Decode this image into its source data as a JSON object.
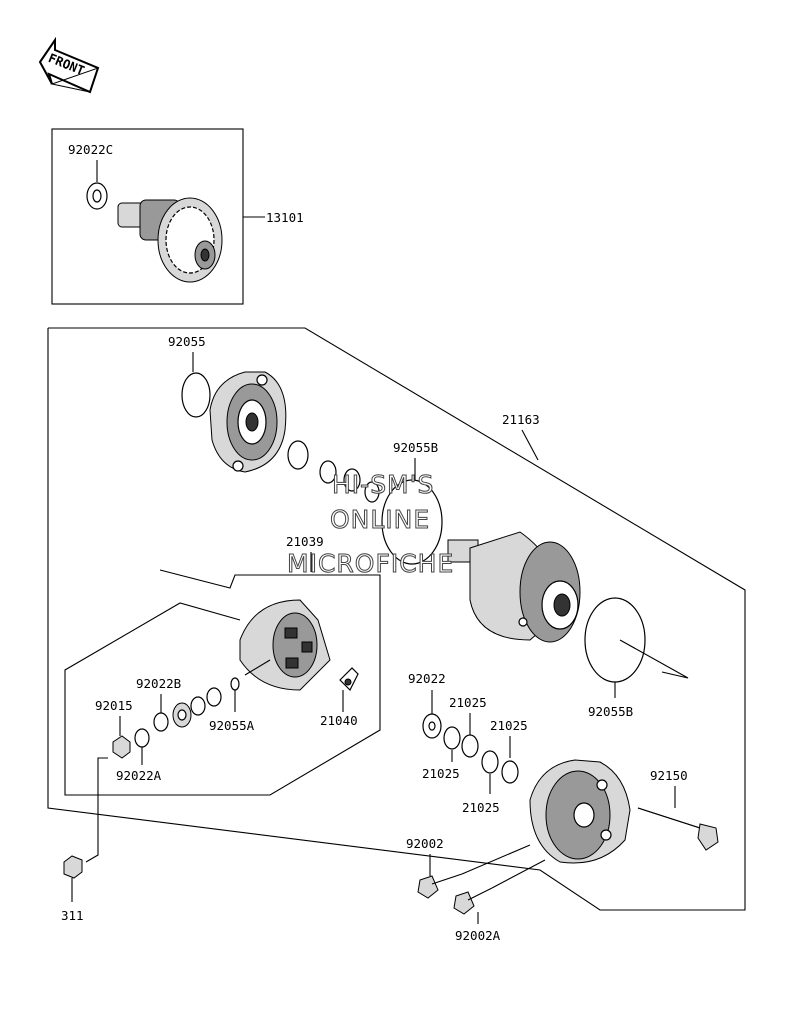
{
  "front_badge": "FRONT",
  "watermark": [
    "HI-SM'S",
    "ONLINE",
    "MICROFICHE"
  ],
  "parts": {
    "p13101": "13101",
    "p92022C": "92022C",
    "p92055": "92055",
    "p21163": "21163",
    "p92055B_top": "92055B",
    "p21039": "21039",
    "p92022B": "92022B",
    "p92015": "92015",
    "p92055A": "92055A",
    "p21040": "21040",
    "p92022A": "92022A",
    "p92022": "92022",
    "p21025_a": "21025",
    "p21025_b": "21025",
    "p21025_c": "21025",
    "p21025_d": "21025",
    "p92055B_bottom": "92055B",
    "p92150": "92150",
    "p92002": "92002",
    "p92002A": "92002A",
    "p311": "311"
  }
}
